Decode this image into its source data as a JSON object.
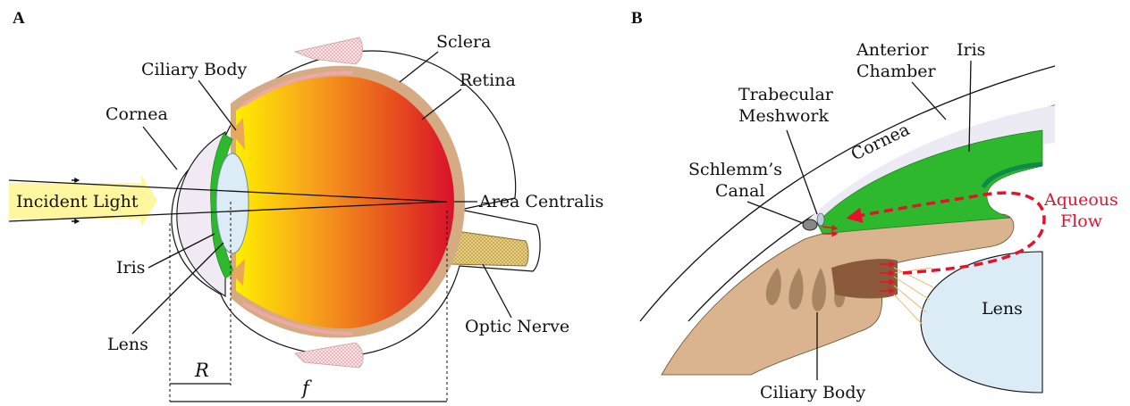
{
  "panel_a": {
    "letter": "A",
    "labels": {
      "sclera": "Sclera",
      "ciliary_body": "Ciliary Body",
      "retina": "Retina",
      "cornea": "Cornea",
      "incident_light": "Incident Light",
      "area_centralis": "Area Centralis",
      "iris": "Iris",
      "lens": "Lens",
      "optic_nerve": "Optic Nerve",
      "radius": "R",
      "focal": "f"
    }
  },
  "panel_b": {
    "letter": "B",
    "labels": {
      "anterior_chamber_1": "Anterior",
      "anterior_chamber_2": "Chamber",
      "iris": "Iris",
      "trabecular_1": "Trabecular",
      "trabecular_2": "Meshwork",
      "cornea": "Cornea",
      "schlemm_1": "Schlemm’s",
      "schlemm_2": "Canal",
      "aqueous_1": "Aqueous",
      "aqueous_2": "Flow",
      "lens": "Lens",
      "ciliary_body": "Ciliary Body"
    }
  },
  "colors": {
    "green": "#2eb82e",
    "red": "#e8102a",
    "tan": "#d9b48f",
    "lens_blue": "#dcecf7",
    "light_yellow": "#fff6a0"
  }
}
